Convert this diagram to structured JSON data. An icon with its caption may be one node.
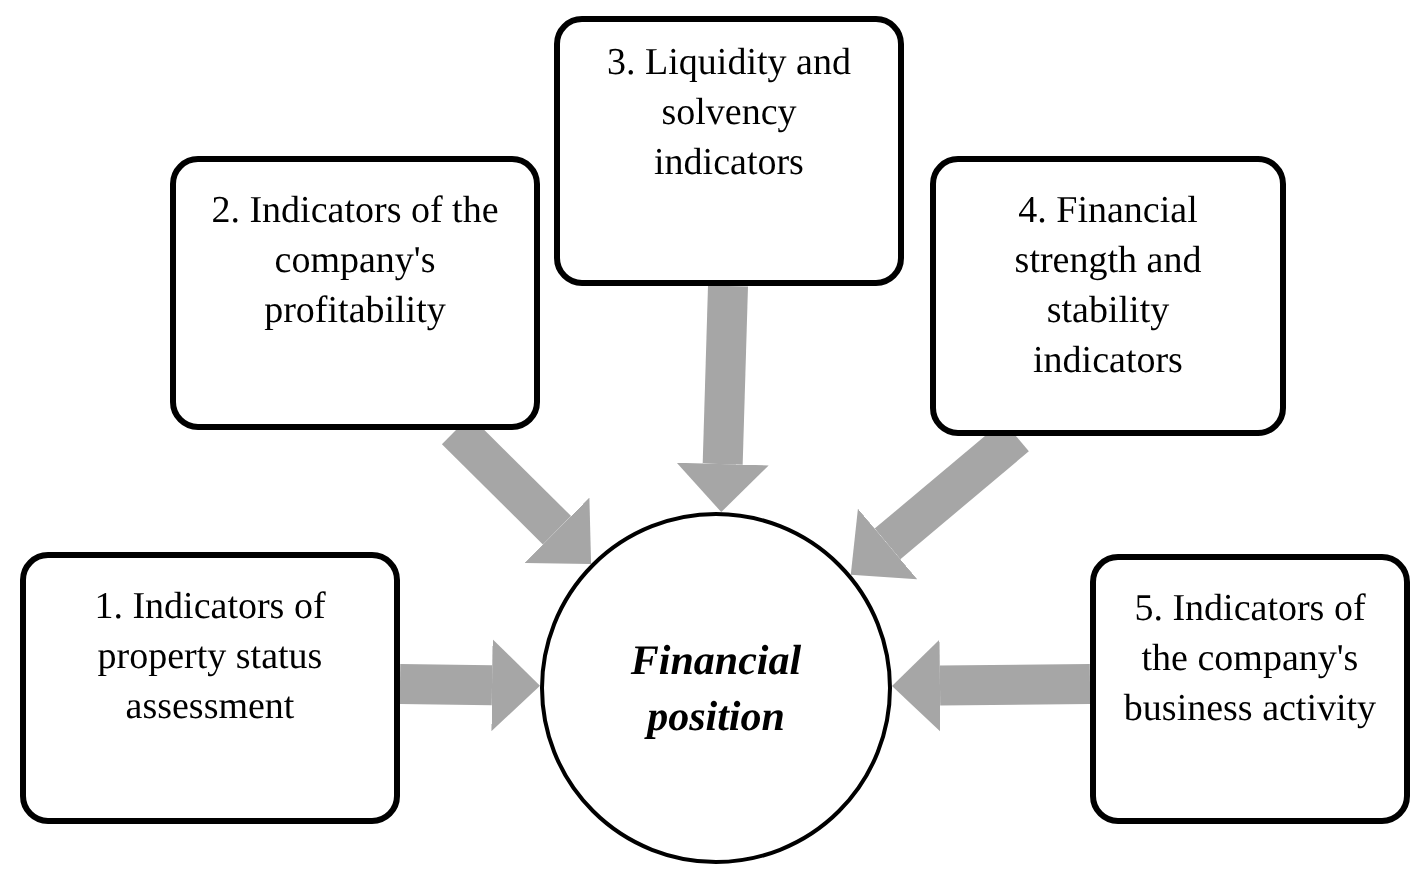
{
  "diagram": {
    "nodes": [
      {
        "text": [
          "1. Indicators of property status assessment"
        ]
      },
      {
        "text": [
          "2. Indicators of the company's profitability"
        ]
      },
      {
        "text": [
          "3. Liquidity and solvency indicators"
        ]
      },
      {
        "text": [
          "4. Financial strength and stability indicators"
        ]
      },
      {
        "text": [
          "5. Indicators of the company's business activity"
        ]
      },
      {
        "text": [
          "Financial position"
        ]
      }
    ],
    "edges": [
      {
        "from": 0,
        "to": 5,
        "arrow": "to"
      },
      {
        "from": 1,
        "to": 5,
        "arrow": "to"
      },
      {
        "from": 2,
        "to": 5,
        "arrow": "to"
      },
      {
        "from": 3,
        "to": 5,
        "arrow": "to"
      },
      {
        "from": 4,
        "to": 5,
        "arrow": "to"
      }
    ]
  }
}
